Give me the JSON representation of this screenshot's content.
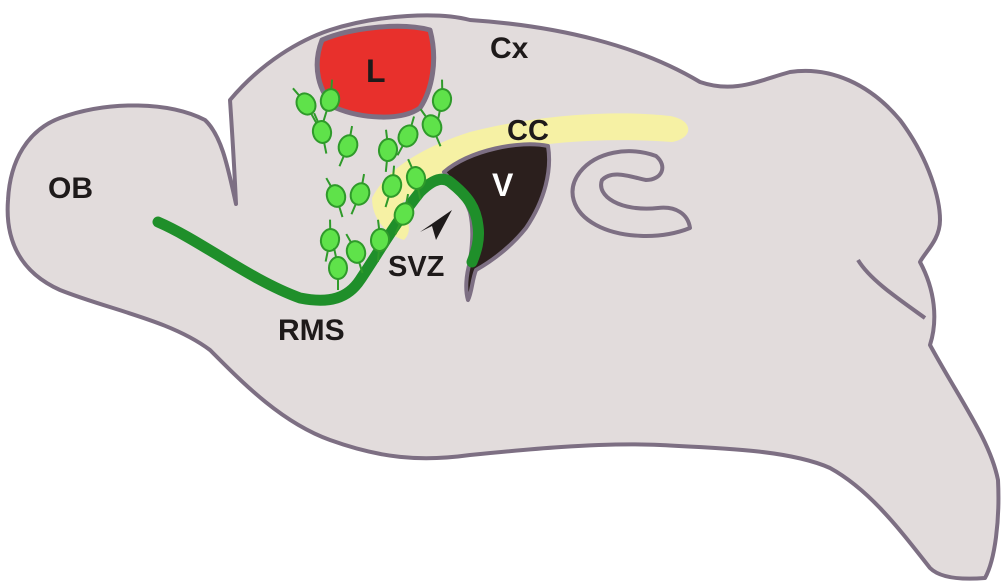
{
  "labels": {
    "ob": "OB",
    "cx": "Cx",
    "lesion": "L",
    "cc": "CC",
    "ventricle": "V",
    "svz": "SVZ",
    "rms": "RMS"
  },
  "colors": {
    "brain_fill": "#e2dcdc",
    "brain_outline": "#7d6f83",
    "lesion": "#e8302c",
    "corpus_callosum": "#f6f1a4",
    "ventricle": "#2b1f1d",
    "migration_stream": "#1f8f2a",
    "neuroblast": "#5fe24a",
    "neuroblast_outline": "#2f9a2a",
    "label_text": "#1e1a1a"
  },
  "icons": {
    "svz_pointer": "arrowhead-icon"
  }
}
